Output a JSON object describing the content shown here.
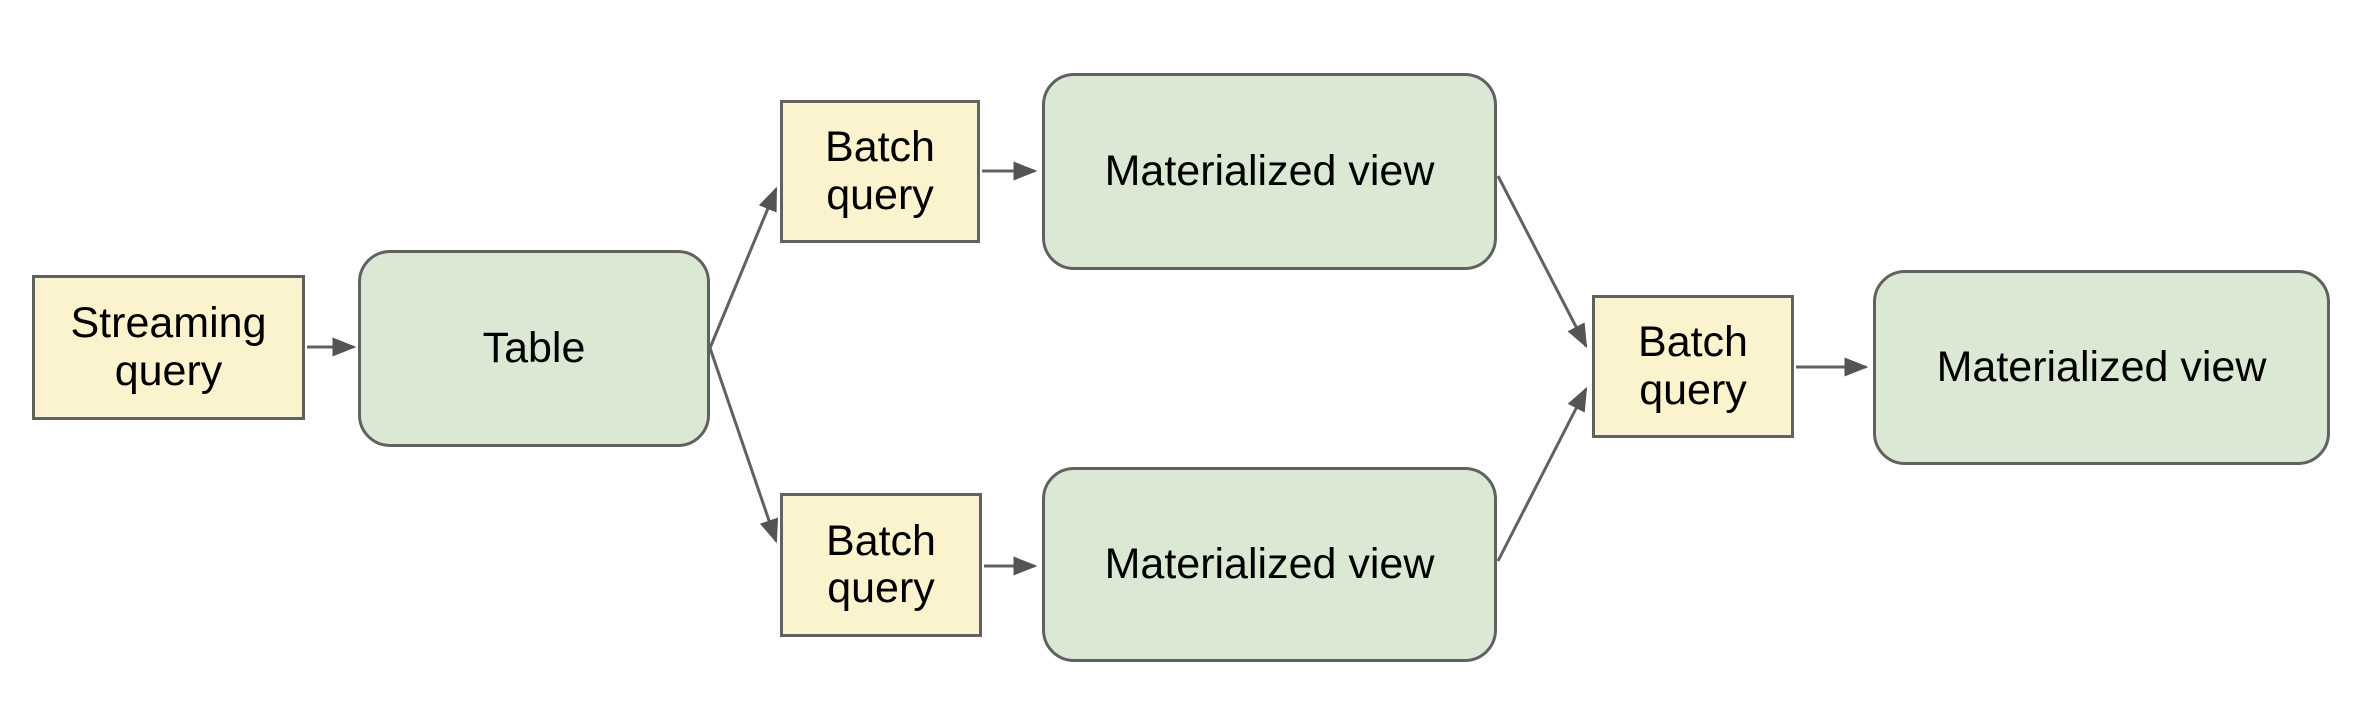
{
  "diagram": {
    "background_color": "#ffffff",
    "colors": {
      "query_node_fill": "#fbf2ce",
      "view_node_fill": "#dbe8d4",
      "node_border": "#616161",
      "connector": "#616161",
      "arrowhead": "#545454",
      "text": "#000000"
    },
    "nodes": {
      "streaming_query": {
        "label": "Streaming query",
        "shape": "rectangle",
        "fill": "#fbf2ce"
      },
      "table": {
        "label": "Table",
        "shape": "rounded-rectangle",
        "fill": "#dbe8d4"
      },
      "batch_query_top": {
        "label": "Batch query",
        "shape": "rectangle",
        "fill": "#fbf2ce"
      },
      "materialized_view_top": {
        "label": "Materialized view",
        "shape": "rounded-rectangle",
        "fill": "#dbe8d4"
      },
      "batch_query_bottom": {
        "label": "Batch query",
        "shape": "rectangle",
        "fill": "#fbf2ce"
      },
      "materialized_view_bottom": {
        "label": "Materialized view",
        "shape": "rounded-rectangle",
        "fill": "#dbe8d4"
      },
      "batch_query_join": {
        "label": "Batch query",
        "shape": "rectangle",
        "fill": "#fbf2ce"
      },
      "materialized_view_final": {
        "label": "Materialized view",
        "shape": "rounded-rectangle",
        "fill": "#dbe8d4"
      }
    },
    "edges": [
      {
        "from": "streaming_query",
        "to": "table"
      },
      {
        "from": "table",
        "to": "batch_query_top"
      },
      {
        "from": "table",
        "to": "batch_query_bottom"
      },
      {
        "from": "batch_query_top",
        "to": "materialized_view_top"
      },
      {
        "from": "batch_query_bottom",
        "to": "materialized_view_bottom"
      },
      {
        "from": "materialized_view_top",
        "to": "batch_query_join"
      },
      {
        "from": "materialized_view_bottom",
        "to": "batch_query_join"
      },
      {
        "from": "batch_query_join",
        "to": "materialized_view_final"
      }
    ]
  }
}
